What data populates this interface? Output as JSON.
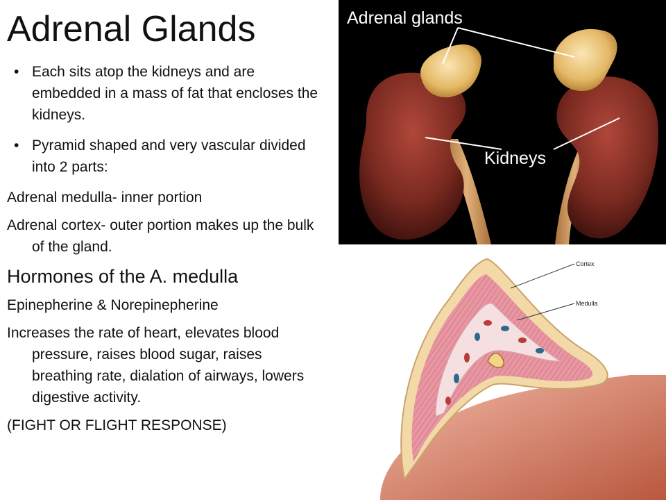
{
  "slide": {
    "title": "Adrenal Glands",
    "bullets": [
      "Each sits atop the kidneys and are embedded in a mass of fat that encloses the kidneys.",
      "Pyramid shaped and very vascular divided into 2 parts:"
    ],
    "para_medulla": "Adrenal medulla- inner portion",
    "para_cortex": "Adrenal cortex- outer portion makes up the bulk of the gland.",
    "subheading": "Hormones of the A. medulla",
    "para_hormones": "Epinepherine & Norepinepherine",
    "para_effects": "Increases the rate of heart, elevates blood pressure, raises blood sugar, raises breathing rate, dialation of airways, lowers digestive activity.",
    "para_response": "(FIGHT OR FLIGHT RESPONSE)",
    "bullet_symbol": "•"
  },
  "figure_kidneys": {
    "label_adrenal": "Adrenal glands",
    "label_kidneys": "Kidneys"
  },
  "figure_section": {
    "label_cortex": "Cortex",
    "label_medulla": "Medulla"
  },
  "colors": {
    "kidney": "#7a2a20",
    "gland": "#e9c27a",
    "cortex": "#e79aa4",
    "capsule": "#f3d9a8",
    "tissue": "#d98a78"
  }
}
